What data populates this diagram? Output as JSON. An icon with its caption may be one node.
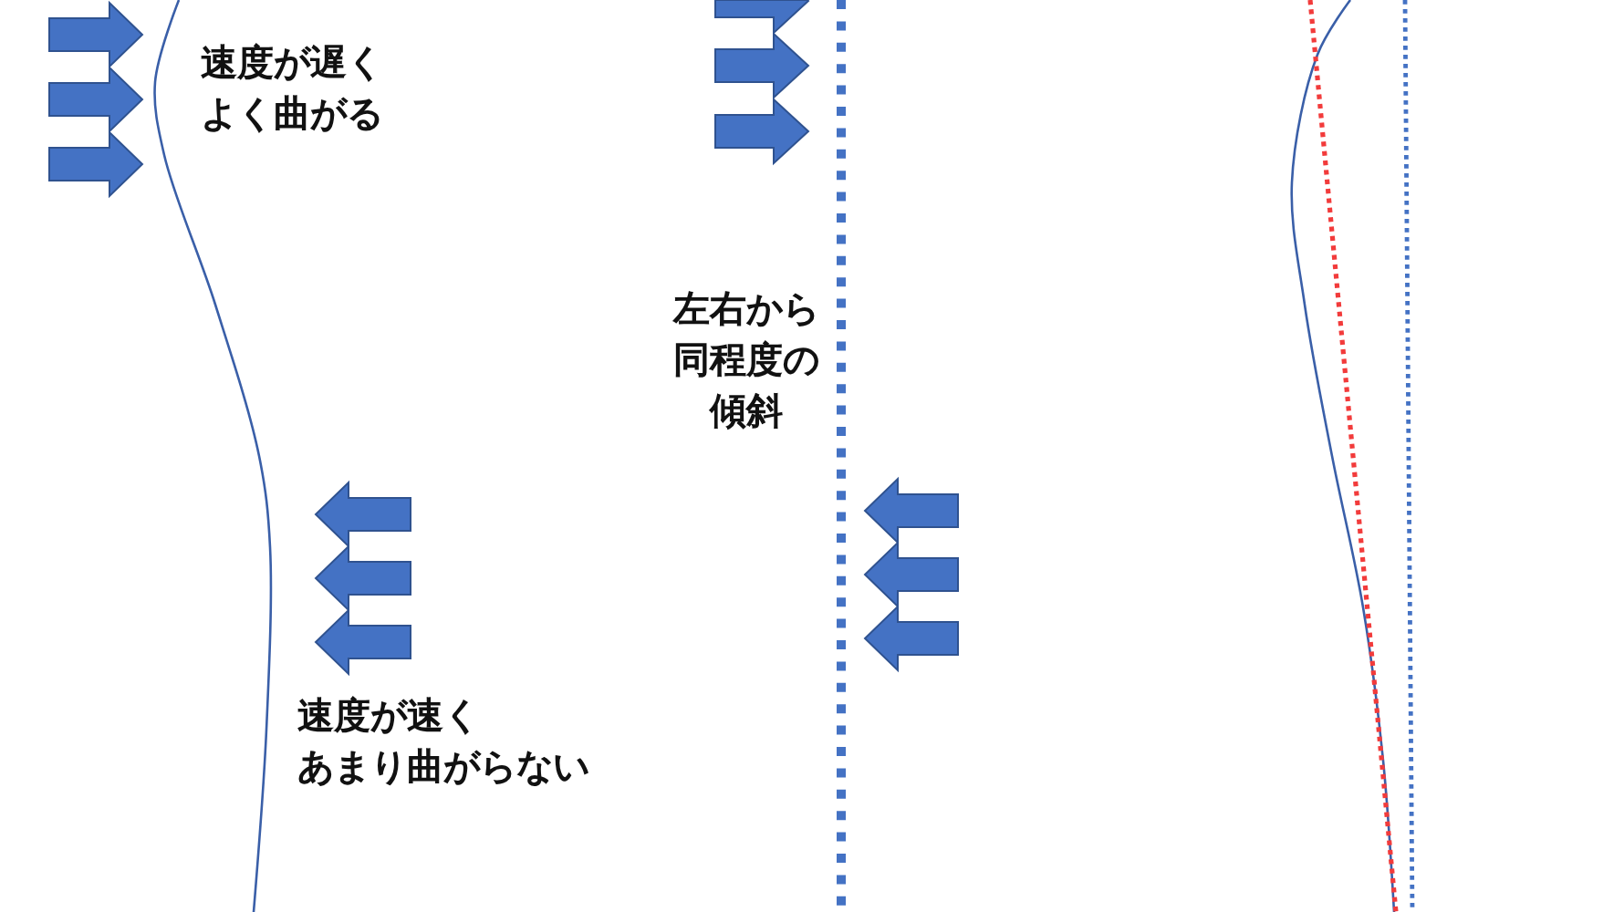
{
  "diagram": {
    "labels": [
      "速度が遅くよく曲がる",
      "左右から同程度の傾斜",
      "速度が速くあまり曲がらない"
    ]
  }
}
